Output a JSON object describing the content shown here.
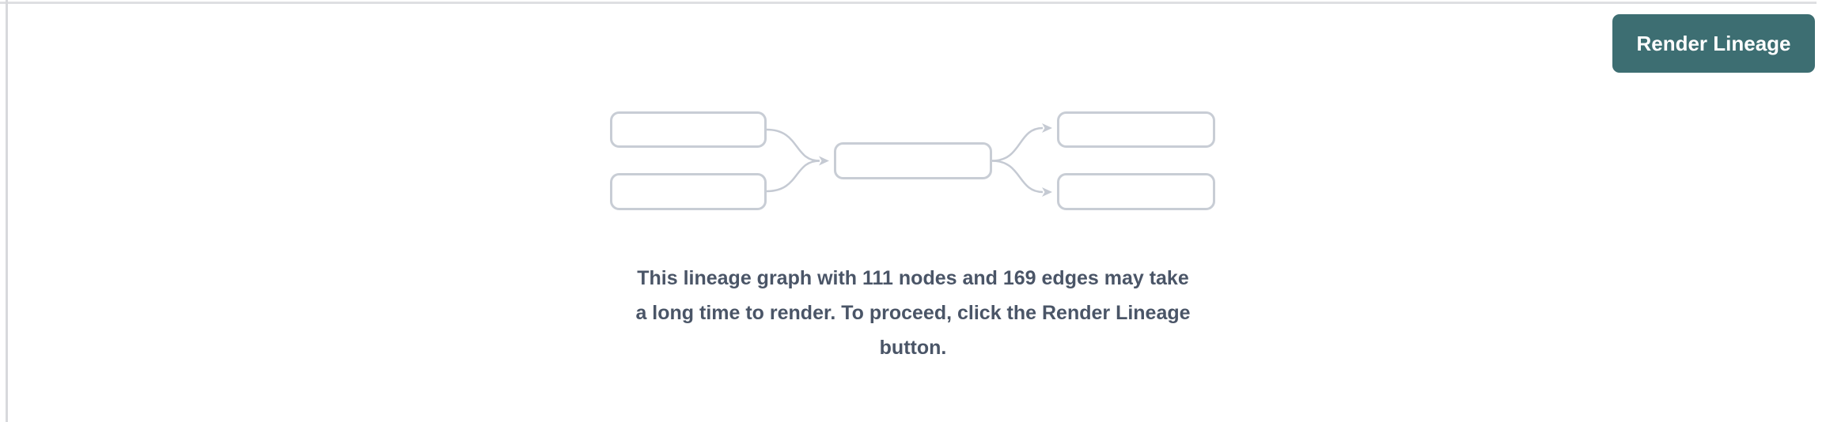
{
  "panel": {
    "background": "#ffffff",
    "top_border_color": "#dedfe2",
    "left_border_color": "#d8d9dc"
  },
  "render_button": {
    "label": "Render Lineage",
    "background": "#3d6e72",
    "text_color": "#ffffff"
  },
  "lineage_preview": {
    "description": "placeholder-lineage-graph-illustration",
    "box_border_color": "#c8cdd5",
    "arrow_color": "#c5cad3"
  },
  "message": {
    "full_text": "This lineage graph with 111 nodes and 169 edges may take a long time to render. To proceed, click the Render Lineage button.",
    "line1": "This lineage graph with 111 nodes and 169 edges may take",
    "line2": "a long time to render. To proceed, click the Render Lineage",
    "line3": "button.",
    "color": "#4a5567"
  }
}
